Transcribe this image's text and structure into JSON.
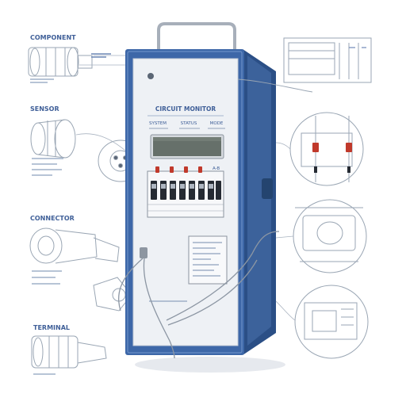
{
  "palette": {
    "enclosure_blue": "#3d67a8",
    "enclosure_blue_dark": "#2b4f86",
    "enclosure_blue_light": "#6a8fc6",
    "panel_face": "#eef1f5",
    "lcd_screen": "#66706a",
    "line_art": "#9aa6b4",
    "label_blue": "#3f5f98",
    "breaker_red": "#c0392b",
    "breaker_dark": "#262b33"
  },
  "panel": {
    "header": "CIRCUIT MONITOR",
    "sub_left": "SYSTEM",
    "sub_center": "STATUS",
    "sub_right": "MODE",
    "module_tag": "A-B"
  },
  "callouts": {
    "top_left": "COMPONENT",
    "mid_left": "SENSOR",
    "lower_left": "CONNECTOR",
    "bottom_left": "TERMINAL"
  },
  "icons": [
    "cable-gland-icon",
    "sensor-coupling-icon",
    "plug-icon",
    "terminal-block-icon",
    "busbar-icon",
    "meter-icon"
  ]
}
